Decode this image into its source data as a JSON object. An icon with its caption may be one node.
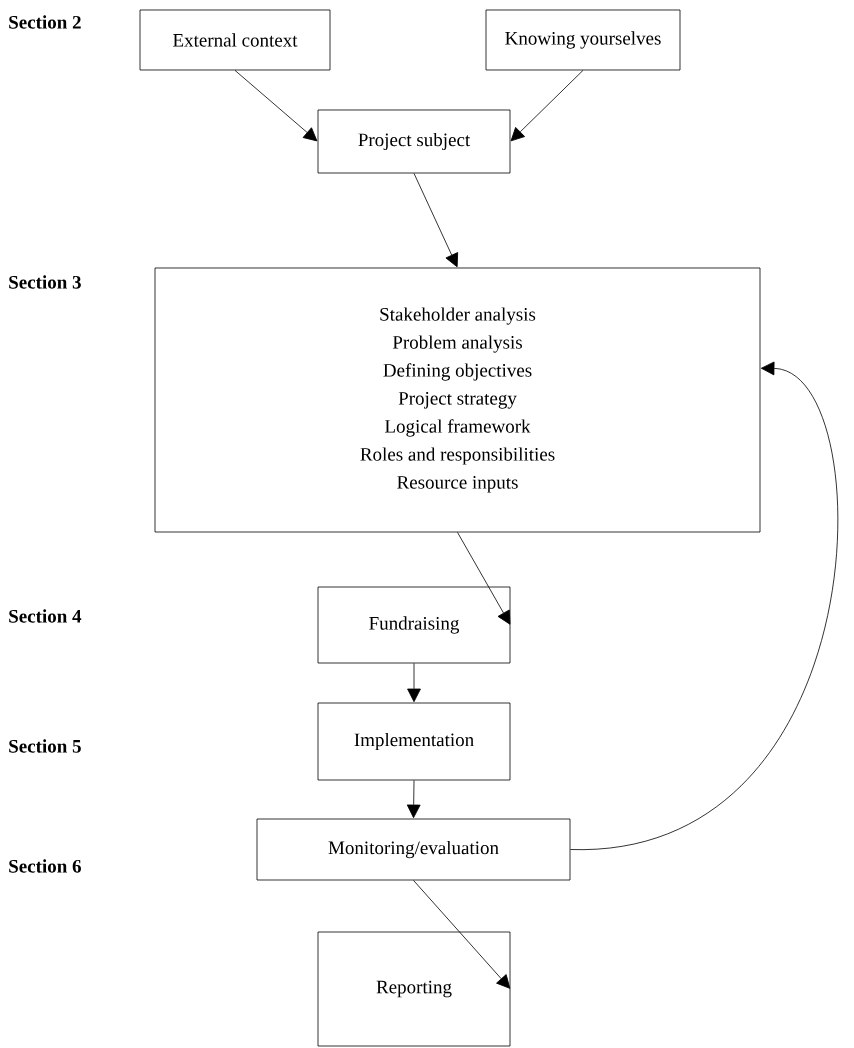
{
  "diagram": {
    "nodes": [
      {
        "text": [
          "External context"
        ]
      },
      {
        "text": [
          "Knowing yourselves"
        ]
      },
      {
        "text": [
          "Project subject"
        ]
      },
      {
        "text": [
          "Stakeholder analysis",
          "Problem analysis",
          "Defining objectives",
          "Project strategy",
          "Logical framework",
          "Roles and responsibilities",
          "Resource inputs"
        ]
      },
      {
        "text": [
          "Fundraising"
        ]
      },
      {
        "text": [
          "Implementation"
        ]
      },
      {
        "text": [
          "Monitoring/evaluation"
        ]
      },
      {
        "text": [
          "Reporting"
        ]
      }
    ],
    "edges": [
      {
        "from": 0,
        "to": 2,
        "arrow": "to"
      },
      {
        "from": 1,
        "to": 2,
        "arrow": "to"
      },
      {
        "from": 2,
        "to": 3,
        "arrow": "to"
      },
      {
        "from": 3,
        "to": 4,
        "arrow": "to"
      },
      {
        "from": 4,
        "to": 5,
        "arrow": "to"
      },
      {
        "from": 5,
        "to": 6,
        "arrow": "to"
      },
      {
        "from": 6,
        "to": 7,
        "arrow": "to"
      },
      {
        "from": 6,
        "to": 3,
        "arrow": "to"
      }
    ],
    "labels": [
      "Section 2",
      "Section 3",
      "Section 4",
      "Section 5",
      "Section 6"
    ]
  }
}
